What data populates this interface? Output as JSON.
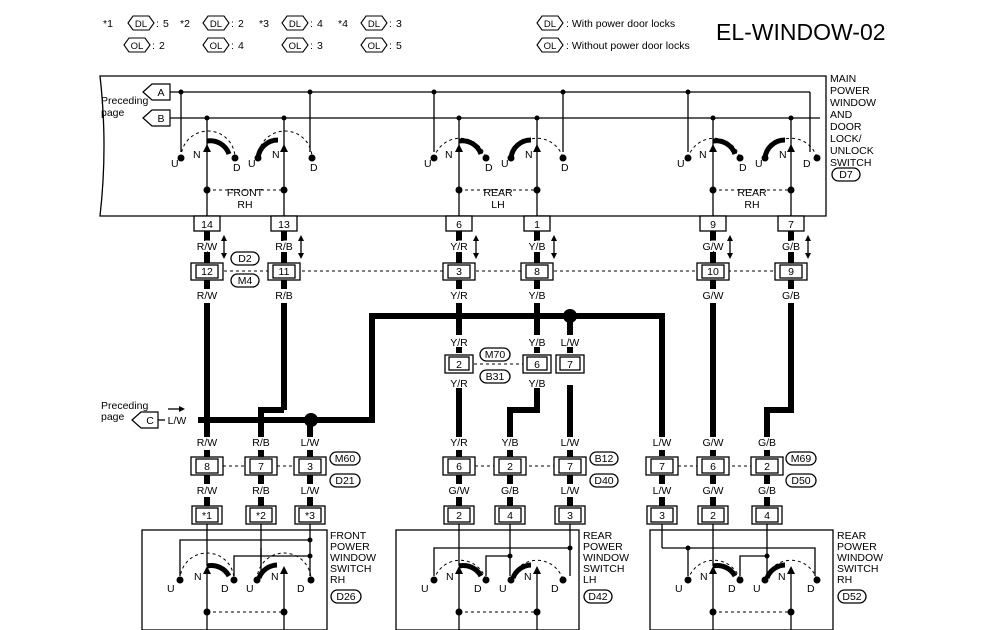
{
  "header": {
    "title": "EL-WINDOW-02",
    "variants": [
      {
        "mark": "*1",
        "dl": "5",
        "ol": "2"
      },
      {
        "mark": "*2",
        "dl": "2",
        "ol": "4"
      },
      {
        "mark": "*3",
        "dl": "4",
        "ol": "3"
      },
      {
        "mark": "*4",
        "dl": "3",
        "ol": "5"
      }
    ],
    "colon": ":",
    "dl_tag": "DL",
    "ol_tag": "OL",
    "legend_dl": ": With power door locks",
    "legend_ol": ": Without power door locks"
  },
  "main_switch": {
    "name": [
      "MAIN",
      "POWER",
      "WINDOW",
      "AND",
      "DOOR",
      "LOCK/",
      "UNLOCK",
      "SWITCH"
    ],
    "code": "D7",
    "preceding": [
      "Preceding",
      "page"
    ],
    "conn_a": "A",
    "conn_b": "B",
    "sections": [
      {
        "name": [
          "FRONT",
          "RH"
        ]
      },
      {
        "name": [
          "REAR",
          "LH"
        ]
      },
      {
        "name": [
          "REAR",
          "RH"
        ]
      }
    ]
  },
  "pos": {
    "u": "U",
    "n": "N",
    "d": "D"
  },
  "terminals": [
    "14",
    "13",
    "6",
    "1",
    "9",
    "7"
  ],
  "wire_colors_top": [
    "R/W",
    "R/B",
    "Y/R",
    "Y/B",
    "G/W",
    "G/B"
  ],
  "row1": {
    "pins": [
      "12",
      "11",
      "3",
      "8",
      "10",
      "9"
    ],
    "codes": [
      "D2",
      "M4"
    ]
  },
  "wire_colors_mid": [
    "R/W",
    "R/B",
    "Y/R",
    "Y/B",
    "G/W",
    "G/B"
  ],
  "mid_connector": {
    "colors_above": [
      "Y/R",
      "Y/B",
      "L/W"
    ],
    "pins": [
      "2",
      "6",
      "7"
    ],
    "codes": [
      "M70",
      "B31"
    ],
    "colors_below": [
      "Y/R",
      "Y/B"
    ]
  },
  "preceding_c": {
    "text": [
      "Preceding",
      "page"
    ],
    "conn": "C",
    "color": "L/W"
  },
  "row2": {
    "colors_above": [
      "R/W",
      "R/B",
      "L/W",
      "Y/R",
      "Y/B",
      "L/W",
      "L/W",
      "G/W",
      "G/B"
    ],
    "pins": [
      "8",
      "7",
      "3",
      "6",
      "2",
      "7",
      "7",
      "6",
      "2"
    ],
    "codes": [
      "M60",
      "D21",
      "B12",
      "D40",
      "M69",
      "D50"
    ],
    "colors_below": [
      "R/W",
      "R/B",
      "L/W",
      "G/W",
      "G/B",
      "L/W",
      "L/W",
      "G/W",
      "G/B"
    ]
  },
  "bottom_pins": [
    "*1",
    "*2",
    "*3",
    "2",
    "4",
    "3",
    "3",
    "2",
    "4"
  ],
  "switches": [
    {
      "name": [
        "FRONT",
        "POWER",
        "WINDOW",
        "SWITCH",
        "RH"
      ],
      "code": "D26"
    },
    {
      "name": [
        "REAR",
        "POWER",
        "WINDOW",
        "SWITCH",
        "LH"
      ],
      "code": "D42"
    },
    {
      "name": [
        "REAR",
        "POWER",
        "WINDOW",
        "SWITCH",
        "RH"
      ],
      "code": "D52"
    }
  ]
}
